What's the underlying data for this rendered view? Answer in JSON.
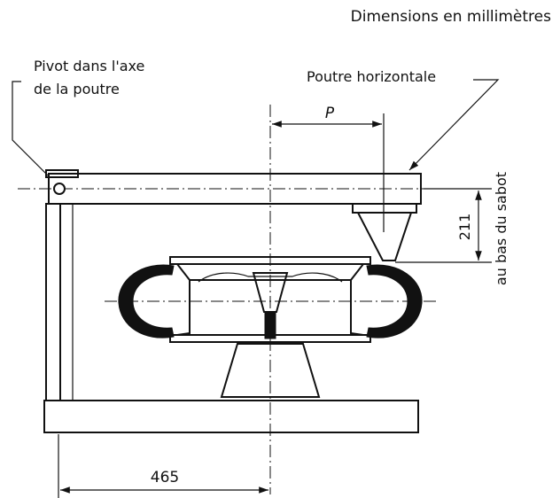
{
  "header": {
    "dimensions_note": "Dimensions en millimètres"
  },
  "labels": {
    "pivot_line1": "Pivot dans l'axe",
    "pivot_line2": "de la poutre",
    "beam": "Poutre horizontale",
    "offset_p": "P",
    "height_value": "211",
    "height_note": "au bas du sabot",
    "base_distance": "465"
  },
  "colors": {
    "ink": "#111111",
    "background": "#ffffff"
  }
}
